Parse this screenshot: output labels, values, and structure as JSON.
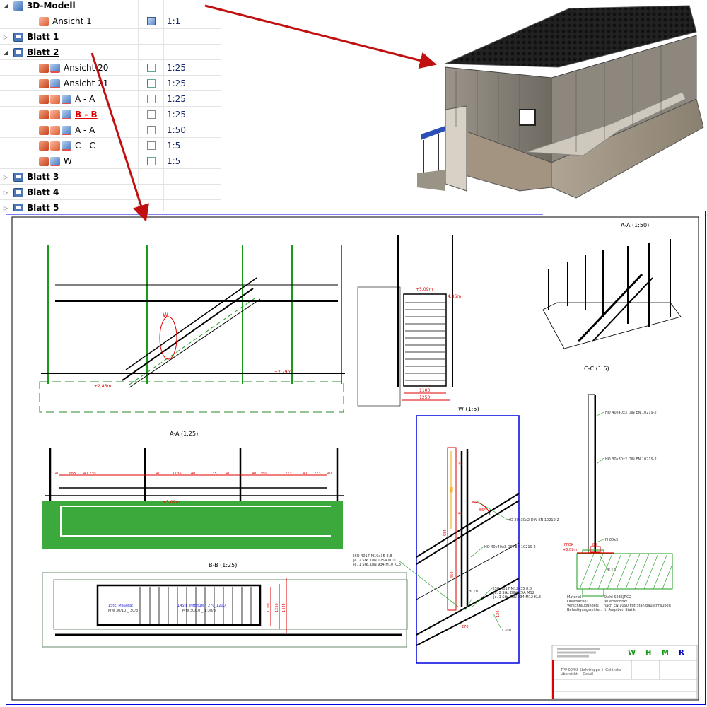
{
  "tree": {
    "rows": [
      {
        "label": "3D-Modell",
        "scale": "",
        "expander": "◢",
        "type": "model"
      },
      {
        "label": "Ansicht 1",
        "scale": "1:1",
        "expander": "",
        "type": "view"
      },
      {
        "label": "Blatt 1",
        "scale": "",
        "expander": "▷",
        "type": "sheet"
      },
      {
        "label": "Blatt 2",
        "scale": "",
        "expander": "◢",
        "type": "sheet"
      },
      {
        "label": "Ansicht 20",
        "scale": "1:25",
        "expander": "",
        "type": "view"
      },
      {
        "label": "Ansicht 21",
        "scale": "1:25",
        "expander": "",
        "type": "view"
      },
      {
        "label": "A - A",
        "scale": "1:25",
        "expander": "",
        "type": "section"
      },
      {
        "label": "B - B",
        "scale": "1:25",
        "expander": "",
        "type": "section",
        "selected": true
      },
      {
        "label": "A - A",
        "scale": "1:50",
        "expander": "",
        "type": "section"
      },
      {
        "label": "C - C",
        "scale": "1:5",
        "expander": "",
        "type": "section"
      },
      {
        "label": "W",
        "scale": "1:5",
        "expander": "",
        "type": "detail"
      },
      {
        "label": "Blatt 3",
        "scale": "",
        "expander": "▷",
        "type": "sheet"
      },
      {
        "label": "Blatt 4",
        "scale": "",
        "expander": "▷",
        "type": "sheet"
      },
      {
        "label": "Blatt 5",
        "scale": "",
        "expander": "▷",
        "type": "sheet"
      }
    ]
  },
  "drawing": {
    "view_aa_150": "A-A (1:50)",
    "view_aa_125": "A-A (1:25)",
    "view_bb": "B-B (1:25)",
    "view_cc": "C-C (1:5)",
    "view_w": "W (1:5)",
    "w_label": "W",
    "dims_aa": [
      "40",
      "865",
      "40",
      "230",
      "40",
      "1135",
      "40",
      "1135",
      "40",
      "40",
      "380",
      "273",
      "40",
      "273",
      "40"
    ],
    "level_509": "+5,09m",
    "level_486": "+4,86m",
    "level_279": "+2,79m",
    "level_245": "+2,45m",
    "dims_side": [
      "1100",
      "1250"
    ],
    "bb_dims": [
      "1100",
      "1250",
      "1445"
    ],
    "bb_text1a": "1Stk. MaSerat",
    "bb_text1b": "MW 30/10 _ 30/3",
    "bb_text2a": "14Stk Trittstufen 270_1200",
    "bb_text2b": "MW 30/10 _ 1:30/3",
    "cc_ho40": "HO 40x40x3 DIN EN 10219-2",
    "cc_ho30": "HO 30x30x2 DIN EN 10219-2",
    "cc_fl": "Fl 80x5",
    "cc_bl": "Bl 10",
    "cc_ffok": "FFOK",
    "cc_level": "+5,09m",
    "cc_dim": "80",
    "w_ho30": "HO 30x30x2 DIN EN 10219-2",
    "w_ho40": "HO 40x40x3 DIN EN 10219-2",
    "w_iso10": [
      "ISO 4017-M10x35-8.8",
      "je. 2 Stk. DIN 125A M10",
      "je. 1 Stk. DIN 934 M10 KL8"
    ],
    "w_iso12": [
      "ISO 4017 M12x35 8.8",
      "je. 2 Stk. DIN125A M12",
      "je. 1 Stk. DIN 934 M12 KL8"
    ],
    "w_bl": "Bl 10",
    "w_u": "U 200",
    "w_dims": [
      "40",
      "40",
      "985",
      "450",
      "450",
      "270",
      "120"
    ],
    "w_angle": "56°",
    "notes": [
      {
        "k": "Material:",
        "v": "Stahl S235JRG2"
      },
      {
        "k": "Oberfläche:",
        "v": "feuerverzinkt"
      },
      {
        "k": "Verschraubungen:",
        "v": "nach EN 1090 mit Stahlbauschrauben"
      },
      {
        "k": "Befestigungsmittel:",
        "v": "lt. Angaben Statik"
      }
    ],
    "title_block": {
      "logo": [
        "W",
        "H",
        "M",
        "R"
      ],
      "title1": "TPP 02/03 Stahltreppe + Geländer",
      "title2": "Übersicht + Detail"
    }
  },
  "colors": {
    "dim": "#e00000",
    "frame": "#0000e0",
    "hatch": "#1a9a1a",
    "arrow": "#c01010",
    "accent_selected": "#e00000"
  }
}
